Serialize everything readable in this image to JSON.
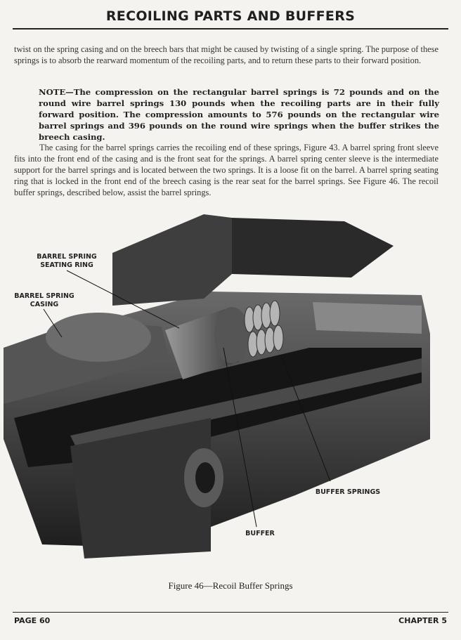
{
  "header": {
    "title": "RECOILING PARTS AND BUFFERS"
  },
  "paragraphs": {
    "p1": "twist on the spring casing and on the breech bars that might be caused by twisting of a single spring. The purpose of these springs is to absorb the rearward momentum of the recoiling parts, and to return these parts to their forward position.",
    "note": "NOTE—The compression on the rectangular barrel springs is 72 pounds and on the round wire barrel springs 130 pounds when the recoiling parts are in their fully forward position. The compression amounts to 576 pounds on the rectangular wire barrel springs and 396 pounds on the round wire springs when the buffer strikes the breech casing.",
    "p2": "The casing for the barrel springs carries the recoiling end of these springs, Figure 43. A barrel spring front sleeve fits into the front end of the casing and is the front seat for the springs. A barrel spring center sleeve is the intermediate support for the barrel springs and is located between the two springs. It is a loose fit on the barrel. A barrel spring seating ring that is locked in the front end of the breech casing is the rear seat for the barrel springs. See Figure 46. The recoil buffer springs, described below, assist the barrel springs."
  },
  "figure": {
    "labels": {
      "seating_ring": "BARREL SPRING SEATING RING",
      "casing": "BARREL SPRING CASING",
      "buffer_springs": "BUFFER SPRINGS",
      "buffer": "BUFFER"
    },
    "caption": "Figure 46—Recoil Buffer Springs"
  },
  "footer": {
    "page": "PAGE 60",
    "chapter": "CHAPTER 5"
  }
}
